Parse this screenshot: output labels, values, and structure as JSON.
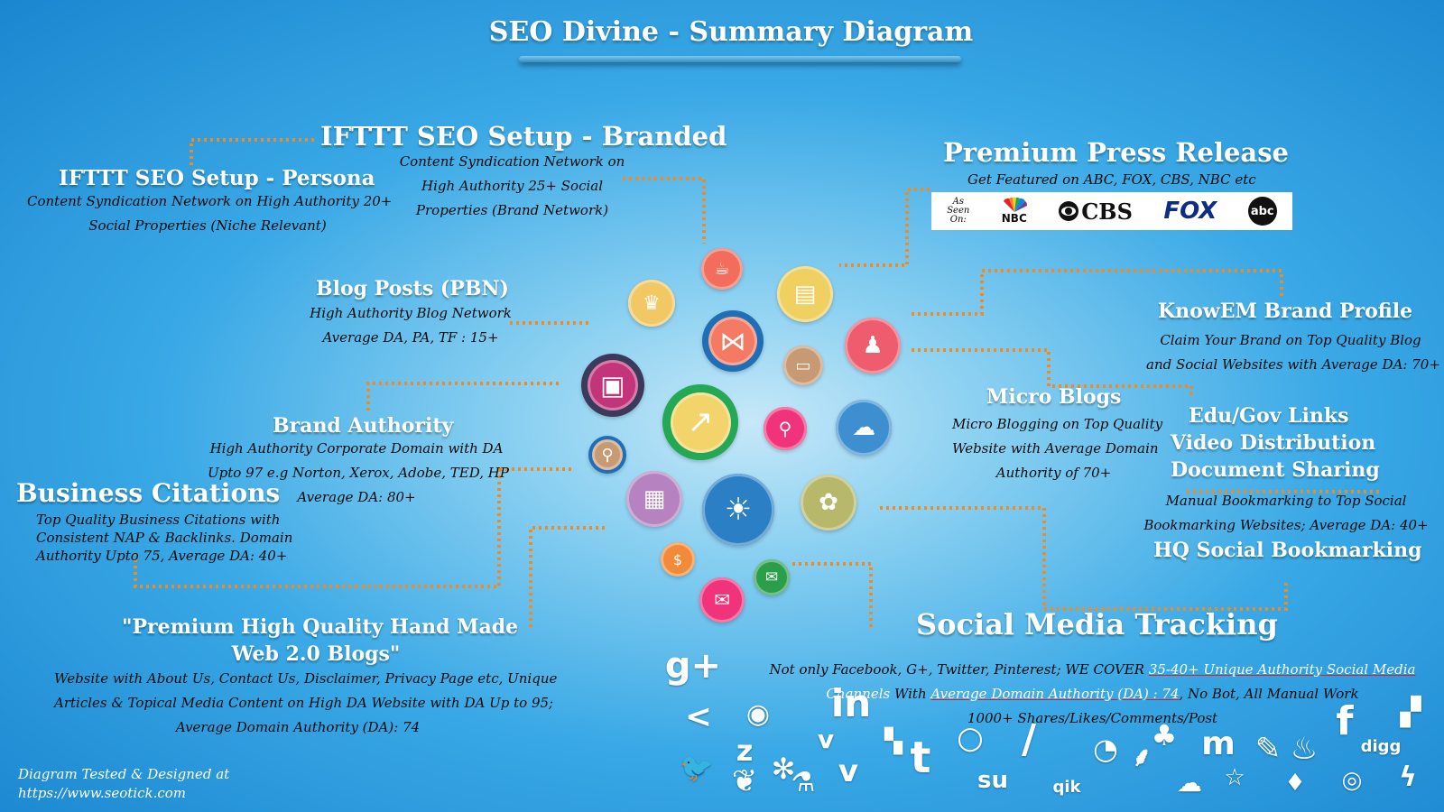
{
  "title": "SEO Divine - Summary Diagram",
  "ifttt_branded": {
    "heading": "IFTTT SEO Setup - Branded",
    "lines": [
      "Content Syndication Network on",
      "High Authority 25+ Social",
      "Properties (Brand Network)"
    ]
  },
  "ifttt_persona": {
    "heading": "IFTTT SEO Setup - Persona",
    "lines": [
      "Content Syndication Network on High Authority 20+",
      "Social Properties (Niche Relevant)"
    ]
  },
  "blog_posts": {
    "heading": "Blog Posts (PBN)",
    "lines": [
      "High Authority Blog Network",
      "Average DA, PA, TF : 15+"
    ]
  },
  "brand_authority": {
    "heading": "Brand Authority",
    "lines": [
      "High Authority Corporate Domain with DA",
      "Upto 97 e.g Norton, Xerox, Adobe, TED, HP",
      "Average DA: 80+"
    ]
  },
  "business_citations": {
    "heading": "Business Citations",
    "lines": [
      "Top Quality Business Citations with",
      "Consistent NAP & Backlinks. Domain",
      "Authority Upto 75, Average DA: 40+"
    ]
  },
  "web20": {
    "heading_lines": [
      "\"Premium High Quality Hand Made",
      "Web 2.0 Blogs\""
    ],
    "lines": [
      "Website with About Us, Contact Us, Disclaimer, Privacy Page etc, Unique",
      "Articles & Topical Media Content on High DA Website with DA Up to 95;",
      "Average  Domain Authority (DA): 74"
    ]
  },
  "press_release": {
    "heading": "Premium Press Release",
    "subline": "Get Featured on ABC, FOX, CBS, NBC etc",
    "as_seen_on": [
      "As",
      "Seen",
      "On:"
    ],
    "logos": [
      "NBC",
      "CBS",
      "FOX",
      "abc"
    ]
  },
  "knowem": {
    "heading": "KnowEM Brand Profile",
    "lines": [
      "Claim Your Brand on Top Quality Blog",
      "and Social Websites with Average DA: 70+"
    ]
  },
  "micro_blogs": {
    "heading": "Micro Blogs",
    "lines": [
      "Micro Blogging on Top Quality",
      "Website with Average Domain",
      "Authority of 70+"
    ]
  },
  "edu_group": {
    "headings": [
      "Edu/Gov Links",
      "Video Distribution",
      "Document Sharing"
    ],
    "lines": [
      "Manual Bookmarking to Top Social",
      "Bookmarking Websites; Average DA: 40+"
    ],
    "bottom_heading": "HQ Social Bookmarking"
  },
  "social_tracking": {
    "heading": "Social Media Tracking",
    "line1_a": "Not only Facebook, G+, Twitter, Pinterest; WE COVER ",
    "line1_b": "35-40+ Unique Authority Social Media",
    "line2_a": "Channels",
    "line2_b": " With ",
    "line2_c": "Average Domain Authority (DA) : 74",
    "line2_d": ", No Bot, All Manual Work",
    "line3": "1000+ Shares/Likes/Comments/Post"
  },
  "footer": {
    "line1": "Diagram Tested & Designed at",
    "line2": "https://www.seotick.com"
  },
  "center_icons": [
    {
      "name": "cup-icon",
      "color": "#f26d5b",
      "ring": "#f26d5b",
      "glyph": "☕"
    },
    {
      "name": "crown-icon",
      "color": "#f2c865",
      "ring": "#f2c865",
      "glyph": "♛"
    },
    {
      "name": "newspaper-icon",
      "color": "#f0d060",
      "ring": "#f0d060",
      "glyph": "▤"
    },
    {
      "name": "bowtie-icon",
      "color": "#f47a63",
      "ring": "#1f6fb8",
      "glyph": "⋈"
    },
    {
      "name": "people-icon",
      "color": "#ef5c6e",
      "ring": "#ef5c6e",
      "glyph": "♟"
    },
    {
      "name": "monitor-icon",
      "color": "#c89a74",
      "ring": "#c89a74",
      "glyph": "▭"
    },
    {
      "name": "browser-icon",
      "color": "#c2357a",
      "ring": "#3a3a5a",
      "glyph": "▣"
    },
    {
      "name": "growth-chart-icon",
      "color": "#f2d46a",
      "ring": "#23a855",
      "glyph": "↗"
    },
    {
      "name": "search-icon",
      "color": "#f0337a",
      "ring": "#f0337a",
      "glyph": "⚲"
    },
    {
      "name": "cloud-icon",
      "color": "#3d8fd0",
      "ring": "#3d8fd0",
      "glyph": "☁"
    },
    {
      "name": "location-pin-icon",
      "color": "#c89a74",
      "ring": "#1f6fb8",
      "glyph": "⚲"
    },
    {
      "name": "gift-icon",
      "color": "#b683c0",
      "ring": "#b683c0",
      "glyph": "▦"
    },
    {
      "name": "lightbulb-icon",
      "color": "#2b7fc4",
      "ring": "#2b7fc4",
      "glyph": "☀"
    },
    {
      "name": "flower-icon",
      "color": "#b8b86a",
      "ring": "#b8b86a",
      "glyph": "✿"
    },
    {
      "name": "money-refresh-icon",
      "color": "#f28a3a",
      "ring": "#f28a3a",
      "glyph": "$"
    },
    {
      "name": "chat-bubble-icon",
      "color": "#2b9e4a",
      "ring": "#2b9e4a",
      "glyph": "✉"
    },
    {
      "name": "message-icon",
      "color": "#f0337a",
      "ring": "#f0337a",
      "glyph": "✉"
    }
  ],
  "social_icons": [
    {
      "name": "googleplus-icon",
      "glyph": "g+"
    },
    {
      "name": "share-icon",
      "glyph": "<"
    },
    {
      "name": "reddit-icon",
      "glyph": "◉"
    },
    {
      "name": "linkedin-icon",
      "glyph": "in"
    },
    {
      "name": "delicious-icon",
      "glyph": "▚"
    },
    {
      "name": "twitter-icon",
      "glyph": "🐦"
    },
    {
      "name": "zootool-icon",
      "glyph": "z"
    },
    {
      "name": "feather-icon",
      "glyph": "❦"
    },
    {
      "name": "yelp-icon",
      "glyph": "✻"
    },
    {
      "name": "vine-icon",
      "glyph": "v"
    },
    {
      "name": "vimeo-icon",
      "glyph": "v"
    },
    {
      "name": "flask-icon",
      "glyph": "⚗"
    },
    {
      "name": "tumblr-icon",
      "glyph": "t"
    },
    {
      "name": "skype-icon",
      "glyph": "○"
    },
    {
      "name": "stumbleupon-icon",
      "glyph": "su"
    },
    {
      "name": "pencil-icon",
      "glyph": "/"
    },
    {
      "name": "qik-icon",
      "glyph": "qik"
    },
    {
      "name": "picasa-icon",
      "glyph": "◔"
    },
    {
      "name": "plant-icon",
      "glyph": "⸙"
    },
    {
      "name": "myspace-icon",
      "glyph": "♣"
    },
    {
      "name": "cloud-small-icon",
      "glyph": "☁"
    },
    {
      "name": "mix-icon",
      "glyph": "m"
    },
    {
      "name": "star-icon",
      "glyph": "☆"
    },
    {
      "name": "quill-icon",
      "glyph": "✎"
    },
    {
      "name": "evernote-icon",
      "glyph": "♨"
    },
    {
      "name": "fire-icon",
      "glyph": "♦"
    },
    {
      "name": "facebook-icon",
      "glyph": "f"
    },
    {
      "name": "dribbble-icon",
      "glyph": "◎"
    },
    {
      "name": "digg-icon",
      "glyph": "digg"
    },
    {
      "name": "windows-icon",
      "glyph": "▞"
    },
    {
      "name": "bolt-icon",
      "glyph": "ϟ"
    }
  ]
}
